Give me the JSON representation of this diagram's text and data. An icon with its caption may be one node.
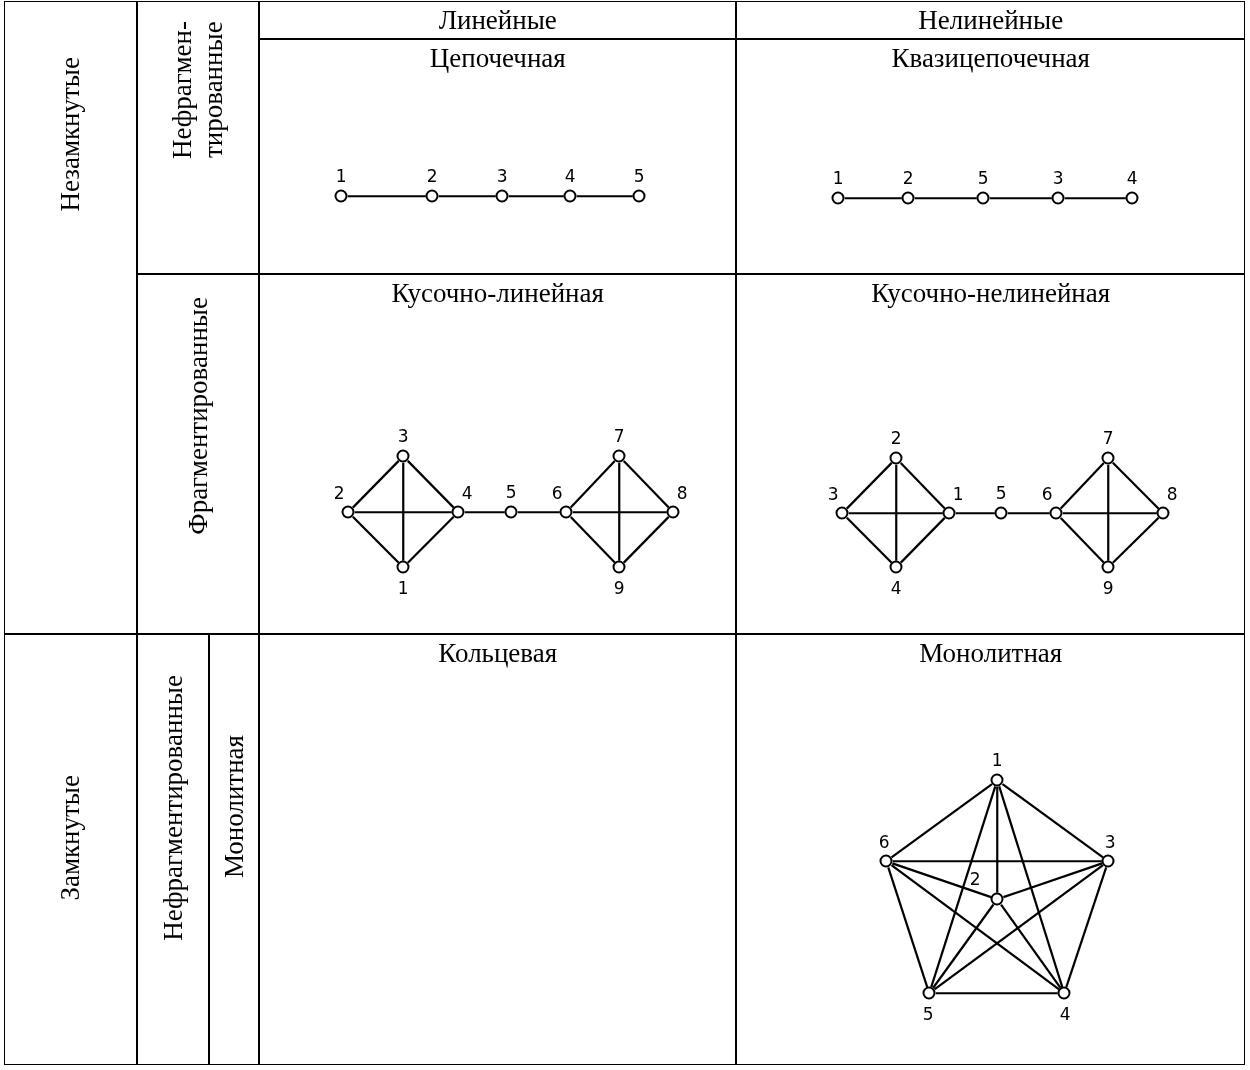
{
  "diagram": {
    "nodes": [
      {
        "text": [
          "Незамкнутые"
        ]
      },
      {
        "text": [
          "Нефрагмен- тированные"
        ]
      },
      {
        "text": [
          "Линейные"
        ]
      },
      {
        "text": [
          "Нелинейные"
        ]
      },
      {
        "text": [
          "Цепочечная"
        ]
      },
      {
        "text": [
          "Квазицепочечная"
        ]
      },
      {
        "text": [
          "Фрагментированные"
        ]
      },
      {
        "text": [
          "Кусочно-линейная"
        ]
      },
      {
        "text": [
          "Кусочно-нелинейная"
        ]
      },
      {
        "text": [
          "Замкнутые"
        ]
      },
      {
        "text": [
          "Нефрагментированные"
        ]
      },
      {
        "text": [
          "Монолитная"
        ]
      },
      {
        "text": [
          "Кольцевая"
        ]
      },
      {
        "text": [
          "Монолитная"
        ]
      },
      {
        "text": [],
        "shape": "circle",
        "beside": [
          "1"
        ],
        "in": 4
      },
      {
        "text": [],
        "shape": "circle",
        "beside": [
          "2"
        ],
        "in": 4
      },
      {
        "text": [],
        "shape": "circle",
        "beside": [
          "3"
        ],
        "in": 4
      },
      {
        "text": [],
        "shape": "circle",
        "beside": [
          "4"
        ],
        "in": 4
      },
      {
        "text": [],
        "shape": "circle",
        "beside": [
          "5"
        ],
        "in": 4
      },
      {
        "text": [],
        "shape": "circle",
        "beside": [
          "1"
        ],
        "in": 5
      },
      {
        "text": [],
        "shape": "circle",
        "beside": [
          "2"
        ],
        "in": 5
      },
      {
        "text": [],
        "shape": "circle",
        "beside": [
          "5"
        ],
        "in": 5
      },
      {
        "text": [],
        "shape": "circle",
        "beside": [
          "3"
        ],
        "in": 5
      },
      {
        "text": [],
        "shape": "circle",
        "beside": [
          "4"
        ],
        "in": 5
      },
      {
        "text": [],
        "shape": "circle",
        "beside": [
          "1"
        ],
        "in": 7
      },
      {
        "text": [],
        "shape": "circle",
        "beside": [
          "2"
        ],
        "in": 7
      },
      {
        "text": [],
        "shape": "circle",
        "beside": [
          "3"
        ],
        "in": 7
      },
      {
        "text": [],
        "shape": "circle",
        "beside": [
          "4"
        ],
        "in": 7
      },
      {
        "text": [],
        "shape": "circle",
        "beside": [
          "5"
        ],
        "in": 7
      },
      {
        "text": [],
        "shape": "circle",
        "beside": [
          "6"
        ],
        "in": 7
      },
      {
        "text": [],
        "shape": "circle",
        "beside": [
          "7"
        ],
        "in": 7
      },
      {
        "text": [],
        "shape": "circle",
        "beside": [
          "8"
        ],
        "in": 7
      },
      {
        "text": [],
        "shape": "circle",
        "beside": [
          "9"
        ],
        "in": 7
      },
      {
        "text": [],
        "shape": "circle",
        "beside": [
          "1"
        ],
        "in": 8
      },
      {
        "text": [],
        "shape": "circle",
        "beside": [
          "2"
        ],
        "in": 8
      },
      {
        "text": [],
        "shape": "circle",
        "beside": [
          "3"
        ],
        "in": 8
      },
      {
        "text": [],
        "shape": "circle",
        "beside": [
          "4"
        ],
        "in": 8
      },
      {
        "text": [],
        "shape": "circle",
        "beside": [
          "5"
        ],
        "in": 8
      },
      {
        "text": [],
        "shape": "circle",
        "beside": [
          "6"
        ],
        "in": 8
      },
      {
        "text": [],
        "shape": "circle",
        "beside": [
          "7"
        ],
        "in": 8
      },
      {
        "text": [],
        "shape": "circle",
        "beside": [
          "8"
        ],
        "in": 8
      },
      {
        "text": [],
        "shape": "circle",
        "beside": [
          "9"
        ],
        "in": 8
      },
      {
        "text": [],
        "shape": "circle",
        "beside": [
          "1"
        ],
        "in": 13
      },
      {
        "text": [],
        "shape": "circle",
        "beside": [
          "2"
        ],
        "in": 13
      },
      {
        "text": [],
        "shape": "circle",
        "beside": [
          "3"
        ],
        "in": 13
      },
      {
        "text": [],
        "shape": "circle",
        "beside": [
          "4"
        ],
        "in": 13
      },
      {
        "text": [],
        "shape": "circle",
        "beside": [
          "5"
        ],
        "in": 13
      },
      {
        "text": [],
        "shape": "circle",
        "beside": [
          "6"
        ],
        "in": 13
      }
    ],
    "edges": [
      {
        "from": 14,
        "to": 15,
        "arrow": "none"
      },
      {
        "from": 15,
        "to": 16,
        "arrow": "none"
      },
      {
        "from": 16,
        "to": 17,
        "arrow": "none"
      },
      {
        "from": 17,
        "to": 18,
        "arrow": "none"
      },
      {
        "from": 19,
        "to": 20,
        "arrow": "none"
      },
      {
        "from": 20,
        "to": 21,
        "arrow": "none"
      },
      {
        "from": 21,
        "to": 22,
        "arrow": "none"
      },
      {
        "from": 22,
        "to": 23,
        "arrow": "none"
      },
      {
        "from": 24,
        "to": 25,
        "arrow": "none"
      },
      {
        "from": 24,
        "to": 26,
        "arrow": "none"
      },
      {
        "from": 24,
        "to": 27,
        "arrow": "none"
      },
      {
        "from": 25,
        "to": 26,
        "arrow": "none"
      },
      {
        "from": 25,
        "to": 27,
        "arrow": "none"
      },
      {
        "from": 26,
        "to": 27,
        "arrow": "none"
      },
      {
        "from": 27,
        "to": 28,
        "arrow": "none"
      },
      {
        "from": 28,
        "to": 29,
        "arrow": "none"
      },
      {
        "from": 29,
        "to": 30,
        "arrow": "none"
      },
      {
        "from": 29,
        "to": 31,
        "arrow": "none"
      },
      {
        "from": 29,
        "to": 32,
        "arrow": "none"
      },
      {
        "from": 30,
        "to": 31,
        "arrow": "none"
      },
      {
        "from": 30,
        "to": 32,
        "arrow": "none"
      },
      {
        "from": 31,
        "to": 32,
        "arrow": "none"
      },
      {
        "from": 33,
        "to": 34,
        "arrow": "none"
      },
      {
        "from": 33,
        "to": 35,
        "arrow": "none"
      },
      {
        "from": 33,
        "to": 36,
        "arrow": "none"
      },
      {
        "from": 34,
        "to": 35,
        "arrow": "none"
      },
      {
        "from": 34,
        "to": 36,
        "arrow": "none"
      },
      {
        "from": 35,
        "to": 36,
        "arrow": "none"
      },
      {
        "from": 33,
        "to": 37,
        "arrow": "none"
      },
      {
        "from": 37,
        "to": 38,
        "arrow": "none"
      },
      {
        "from": 38,
        "to": 39,
        "arrow": "none"
      },
      {
        "from": 38,
        "to": 40,
        "arrow": "none"
      },
      {
        "from": 38,
        "to": 41,
        "arrow": "none"
      },
      {
        "from": 39,
        "to": 40,
        "arrow": "none"
      },
      {
        "from": 39,
        "to": 41,
        "arrow": "none"
      },
      {
        "from": 40,
        "to": 41,
        "arrow": "none"
      },
      {
        "from": 42,
        "to": 43,
        "arrow": "none"
      },
      {
        "from": 42,
        "to": 44,
        "arrow": "none"
      },
      {
        "from": 42,
        "to": 45,
        "arrow": "none"
      },
      {
        "from": 42,
        "to": 46,
        "arrow": "none"
      },
      {
        "from": 42,
        "to": 47,
        "arrow": "none"
      },
      {
        "from": 43,
        "to": 44,
        "arrow": "none"
      },
      {
        "from": 43,
        "to": 45,
        "arrow": "none"
      },
      {
        "from": 43,
        "to": 46,
        "arrow": "none"
      },
      {
        "from": 43,
        "to": 47,
        "arrow": "none"
      },
      {
        "from": 44,
        "to": 45,
        "arrow": "none"
      },
      {
        "from": 44,
        "to": 46,
        "arrow": "none"
      },
      {
        "from": 44,
        "to": 47,
        "arrow": "none"
      },
      {
        "from": 45,
        "to": 46,
        "arrow": "none"
      },
      {
        "from": 45,
        "to": 47,
        "arrow": "none"
      },
      {
        "from": 46,
        "to": 47,
        "arrow": "none"
      }
    ]
  }
}
